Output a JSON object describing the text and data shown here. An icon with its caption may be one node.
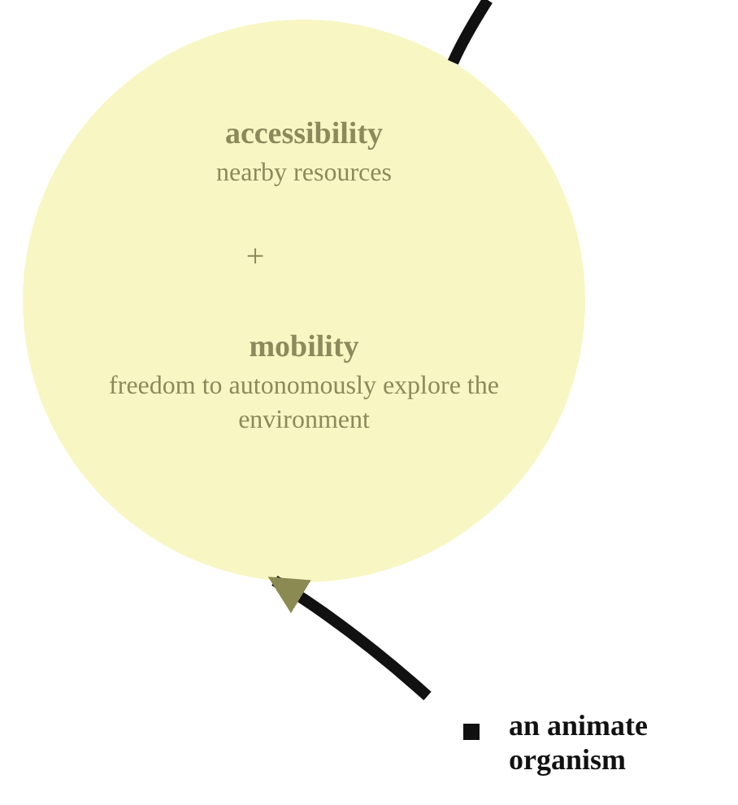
{
  "diagram": {
    "nodes": [
      {
        "text": [
          "accessibility",
          "nearby resources",
          "+",
          "mobility",
          "freedom to autonomously explore the environment"
        ]
      },
      {
        "text": [
          "an animate organism"
        ]
      }
    ],
    "edges": [
      {
        "from": 1,
        "to": 0,
        "arrow": "to"
      },
      {
        "from": 0,
        "to": null,
        "arrow": "none"
      }
    ]
  }
}
